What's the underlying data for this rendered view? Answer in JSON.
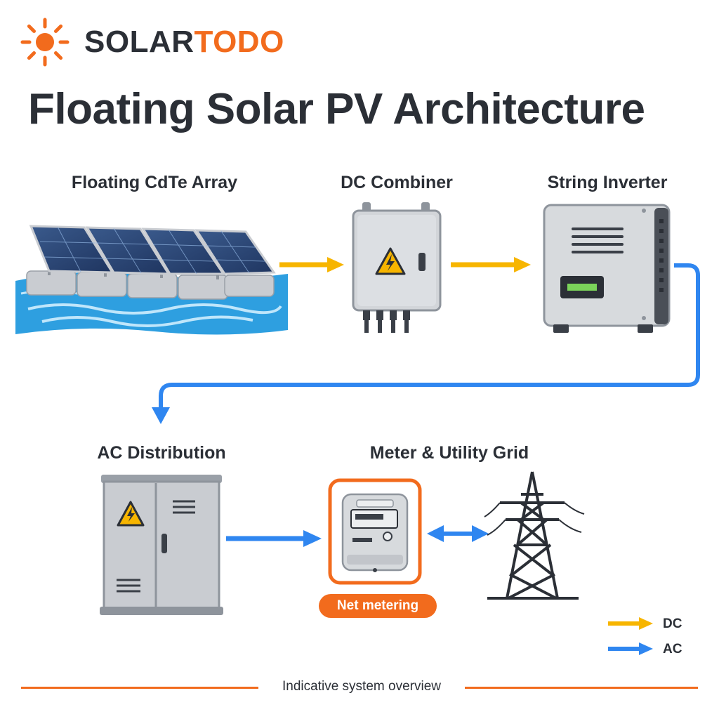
{
  "header": {
    "brand_part1": "SOLAR",
    "brand_part2": "TODO",
    "title": "Floating Solar PV Architecture"
  },
  "components": {
    "array": "Floating CdTe Array",
    "combiner": "DC Combiner",
    "inverter": "String Inverter",
    "ac_distribution": "AC Distribution",
    "meter_grid": "Meter & Utility Grid",
    "net_metering": "Net metering"
  },
  "legend": {
    "dc": "DC",
    "ac": "AC"
  },
  "footer": {
    "caption": "Indicative system overview"
  },
  "colors": {
    "brand_orange": "#f26b1d",
    "dc_flow": "#f7b500",
    "ac_flow": "#2f86f0",
    "water": "#2e9fe0",
    "equipment_gray": "#c9ccd1",
    "dark_text": "#2b2f36"
  },
  "icons": [
    "sun-icon",
    "solar-panel-icon",
    "warning-icon",
    "display-icon",
    "meter-icon",
    "transmission-tower-icon"
  ]
}
